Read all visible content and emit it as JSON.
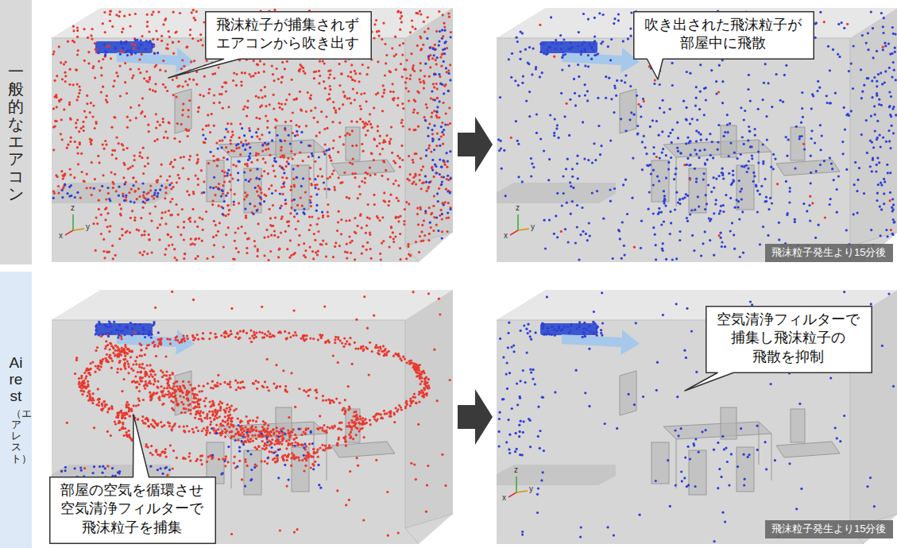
{
  "diagram": {
    "nodes": [
      {
        "text": [
          "一般的なエアコン"
        ]
      },
      {
        "text": [
          "飛沫粒子が捕集されず エアコンから吹き出す"
        ]
      },
      {
        "text": [
          "吹き出された飛沫粒子が 部屋中に飛散"
        ]
      },
      {
        "text": [
          "飛沫粒子発生より15分後"
        ]
      },
      {
        "text": [
          "Airest",
          "（エアレスト）"
        ]
      },
      {
        "text": [
          "空気清浄フィルターで 捕集し飛沫粒子の 飛散を抑制"
        ]
      },
      {
        "text": [
          "部屋の空気を循環させ 空気清浄フィルターで 飛沫粒子を捕集"
        ]
      },
      {
        "text": [
          "飛沫粒子発生より15分後"
        ]
      }
    ],
    "labels": [
      "z",
      "x",
      "y",
      "z",
      "x",
      "y",
      "z",
      "x",
      "y"
    ]
  }
}
